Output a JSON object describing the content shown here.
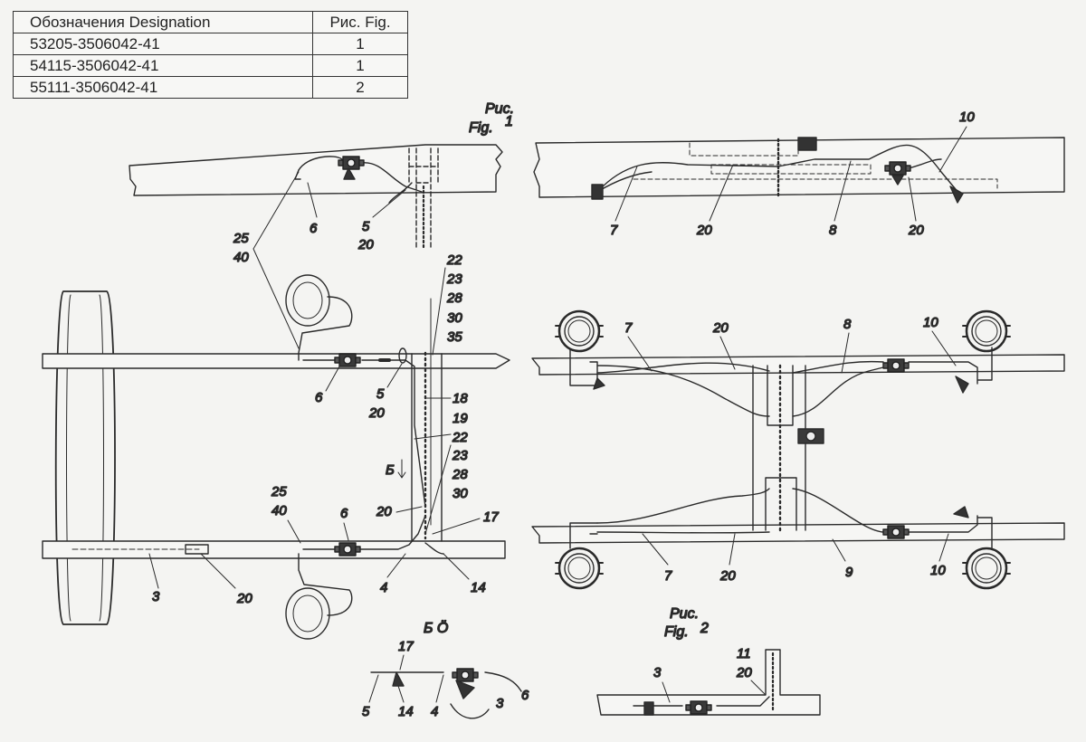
{
  "table": {
    "header": {
      "designation": "Обозначения  Designation",
      "figure": "Рис. Fig."
    },
    "rows": [
      {
        "designation": "53205-3506042-41",
        "figure": "1"
      },
      {
        "designation": "54115-3506042-41",
        "figure": "1"
      },
      {
        "designation": "55111-3506042-41",
        "figure": "2"
      }
    ]
  },
  "captions": {
    "fig1_ru": "Рис.",
    "fig1_en": "Fig.",
    "fig1_num": "1",
    "fig2_ru": "Рис.",
    "fig2_en": "Fig.",
    "fig2_num": "2",
    "view_b_arrow": "Б",
    "view_b_title": "Б Ö"
  },
  "labels": {
    "fig1_top": [
      "25",
      "40",
      "6",
      "5",
      "20"
    ],
    "fig1_main_stack_upper": [
      "22",
      "23",
      "28",
      "30",
      "35"
    ],
    "fig1_main_stack_lower": [
      "18",
      "19",
      "22",
      "23",
      "28",
      "30"
    ],
    "fig1_main_other": [
      "6",
      "5",
      "20",
      "20",
      "25",
      "40",
      "6",
      "17",
      "3",
      "20",
      "4",
      "14"
    ],
    "fig2_top": [
      "10",
      "7",
      "20",
      "8",
      "20"
    ],
    "fig2_main": [
      "7",
      "20",
      "8",
      "10",
      "7",
      "20",
      "9",
      "10"
    ],
    "view_b": [
      "17",
      "5",
      "14",
      "4",
      "3",
      "6"
    ],
    "fig2_detail": [
      "11",
      "20",
      "3"
    ]
  }
}
